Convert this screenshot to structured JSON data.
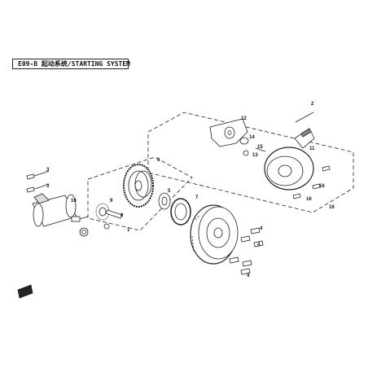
{
  "header": {
    "title": "E09-B 起动系统/STARTING SYSTEM"
  },
  "callouts": {
    "c1": "1",
    "c2": "2",
    "c3a": "3",
    "c3b": "3",
    "c4a": "4",
    "c4b": "4",
    "c4c": "4",
    "c5": "5",
    "c6": "6",
    "c7": "7",
    "c8": "8",
    "c9": "9",
    "c10": "10",
    "c11": "11",
    "c12": "12",
    "c13": "13",
    "c14": "14",
    "c15": "15",
    "c16a": "16",
    "c16b": "16",
    "c16c": "16"
  },
  "colors": {
    "line": "#222222",
    "fill": "#ffffff",
    "shade": "#888888"
  }
}
